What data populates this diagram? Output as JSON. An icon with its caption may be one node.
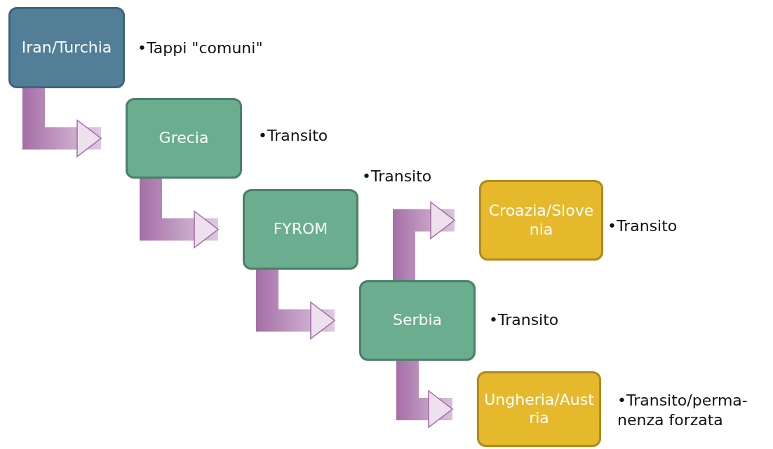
{
  "diagram": {
    "nodes": [
      {
        "text": [
          "Iran/Turchia"
        ],
        "beside": [
          "•Tappi \"comuni\""
        ]
      },
      {
        "text": [
          "Grecia"
        ],
        "beside": [
          "•Transito"
        ]
      },
      {
        "text": [
          "FYROM"
        ],
        "beside": [
          "•Transito"
        ]
      },
      {
        "text": [
          "Croazia/Slovenia"
        ],
        "beside": [
          "•Transito"
        ]
      },
      {
        "text": [
          "Serbia"
        ],
        "beside": [
          "•Transito"
        ]
      },
      {
        "text": [
          "Ungheria/Austria"
        ],
        "beside": [
          "•Transito/perma- nenza forzata"
        ]
      }
    ],
    "edges": [
      {
        "from": 0,
        "to": 1,
        "arrow": "to",
        "style": "thick"
      },
      {
        "from": 1,
        "to": 2,
        "arrow": "to",
        "style": "thick"
      },
      {
        "from": 2,
        "to": 4,
        "arrow": "to",
        "style": "thick"
      },
      {
        "from": 4,
        "to": 3,
        "arrow": "to",
        "style": "thick"
      },
      {
        "from": 4,
        "to": 5,
        "arrow": "to",
        "style": "thick"
      }
    ]
  }
}
